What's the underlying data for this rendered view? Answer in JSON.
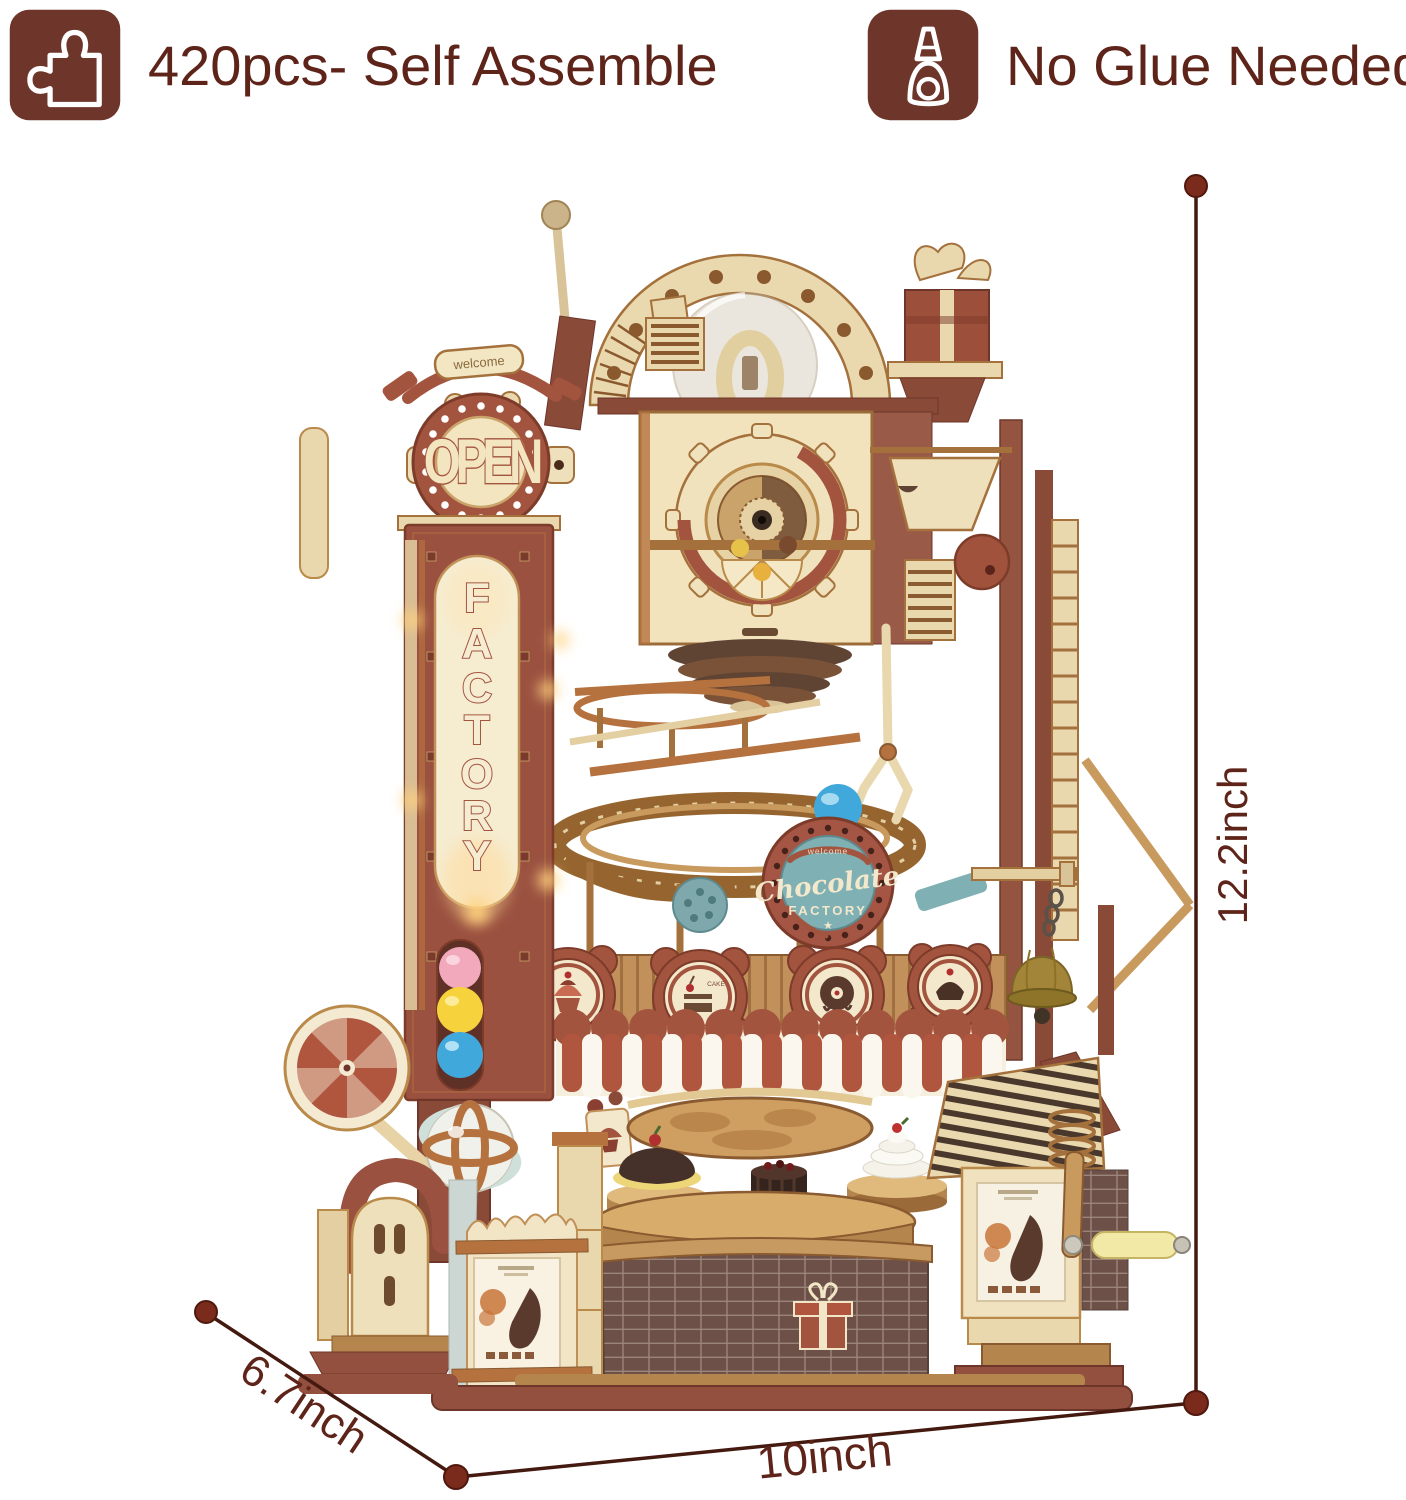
{
  "header": {
    "features": [
      {
        "icon": "puzzle-icon",
        "label": "420pcs- Self Assemble"
      },
      {
        "icon": "glue-bottle-icon",
        "label": "No Glue Needed"
      }
    ]
  },
  "dimensions": {
    "height": "12.2inch",
    "depth": "6.7inch",
    "width": "10inch"
  },
  "model": {
    "welcome_banner": "welcome",
    "open_sign": "OPEN",
    "factory_sign": {
      "text": "FACTORY",
      "letters": [
        "F",
        "A",
        "C",
        "T",
        "O",
        "R",
        "Y"
      ]
    },
    "round_sign": {
      "welcome": "welcome",
      "line1": "Chocolate",
      "line2": "FACTORY",
      "star": "★"
    },
    "badges": {
      "label": "CAKE"
    }
  },
  "palette": {
    "text_brown": "#5e2419",
    "icon_tile_brown": "#6e352a",
    "dimension_line": "#441a10",
    "dimension_dot": "#7a2b1b",
    "wood_cream": "#f0e2bd",
    "wood_copper": "#b5723f",
    "wood_red": "#9a5140",
    "sign_red": "#a3543f",
    "teal": "#7fb0b4",
    "marble_pink": "#f3a9bc",
    "marble_yellow": "#f6d23c",
    "marble_blue": "#41a8dc",
    "glow": "#ffd27e"
  }
}
